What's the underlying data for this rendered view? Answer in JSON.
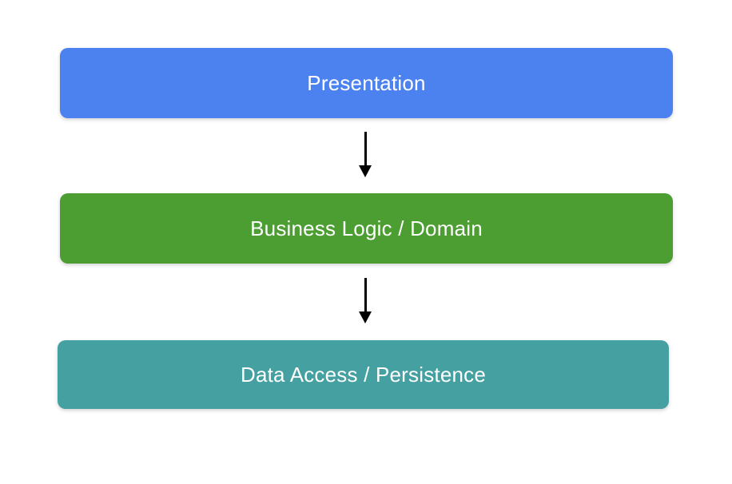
{
  "diagram": {
    "type": "layered-architecture-flow",
    "background": "#FFFFFF",
    "text_color": "#FFFFFF",
    "arrow_color": "#000000",
    "nodes": [
      {
        "id": "presentation",
        "label": "Presentation",
        "color": "#4B82F0"
      },
      {
        "id": "business-logic",
        "label": "Business Logic / Domain",
        "color": "#4C9E33"
      },
      {
        "id": "data-access",
        "label": "Data Access / Persistence",
        "color": "#45A0A1"
      }
    ],
    "arrows": [
      {
        "from": "presentation",
        "to": "business-logic",
        "direction": "down"
      },
      {
        "from": "business-logic",
        "to": "data-access",
        "direction": "down"
      }
    ]
  }
}
